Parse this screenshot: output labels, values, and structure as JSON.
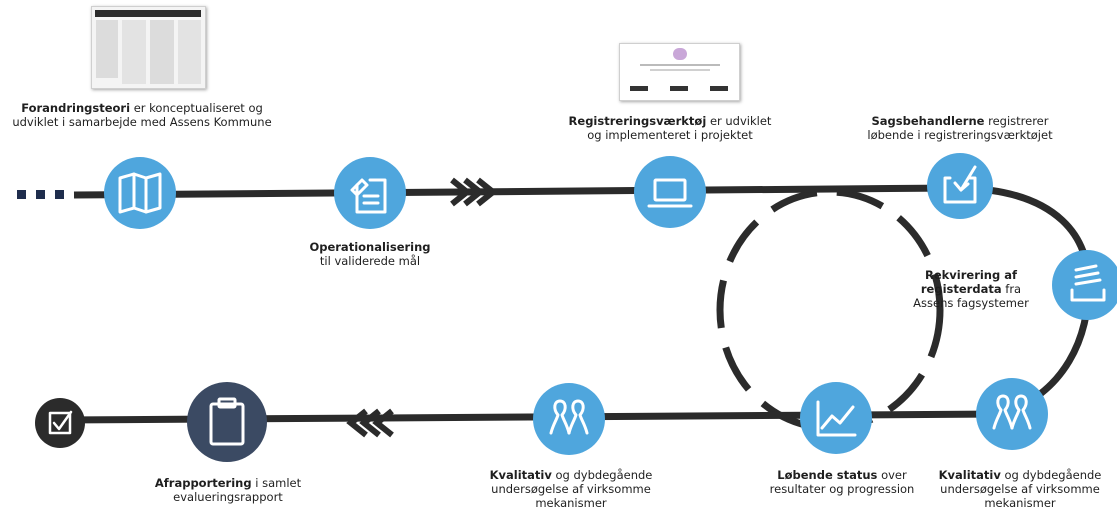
{
  "colors": {
    "track": "#2b2b2b",
    "node": "#4fa6dd",
    "dark_node": "#3b4a63",
    "check_node": "#2b2b2b",
    "ellipsis": "#1f2d4d"
  },
  "steps": {
    "forandringsteori": {
      "bold": "Forandringsteori",
      "text": "er konceptualiseret og udviklet i samarbejde med Assens Kommune",
      "icon": "map-icon"
    },
    "operationalisering": {
      "bold": "Operationalisering",
      "text": "til validerede mål",
      "icon": "document-edit-icon"
    },
    "registreringsvaerktoej": {
      "bold": "Registreringsværktøj",
      "text": "er udviklet og implementeret i projektet",
      "icon": "laptop-icon"
    },
    "sagsbehandlerne": {
      "bold": "Sagsbehandlerne",
      "text": "registrerer løbende i registreringsværktøjet",
      "icon": "inbox-download-icon"
    },
    "rekvirering": {
      "bold": "Rekvirering af registerdata",
      "text": "fra Assens fagsystemer",
      "icon": "stack-icon"
    },
    "kvalitativ_right": {
      "bold": "Kvalitativ",
      "text": "og dybdegående undersøgelse af virksomme mekanismer",
      "icon": "people-icon"
    },
    "loebende_status": {
      "bold": "Løbende status",
      "text": "over resultater og progression",
      "icon": "line-chart-icon"
    },
    "kvalitativ_left": {
      "bold": "Kvalitativ",
      "text": "og dybdegående undersøgelse af virksomme mekanismer",
      "icon": "people-icon"
    },
    "afrapportering": {
      "bold": "Afrapportering",
      "text": "i samlet evalueringsrapport",
      "icon": "clipboard-icon"
    },
    "afslutning": {
      "icon": "checkbox-icon"
    }
  }
}
